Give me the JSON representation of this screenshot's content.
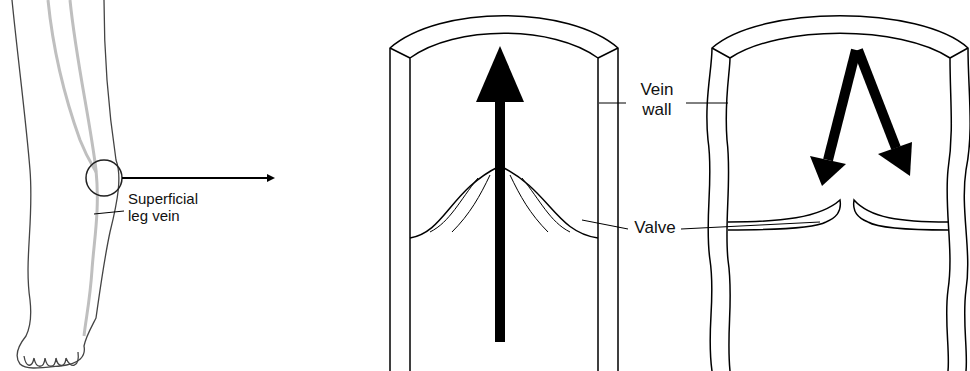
{
  "diagram": {
    "labels": [
      "Superficial leg vein",
      "Vein wall",
      "Valve"
    ]
  }
}
